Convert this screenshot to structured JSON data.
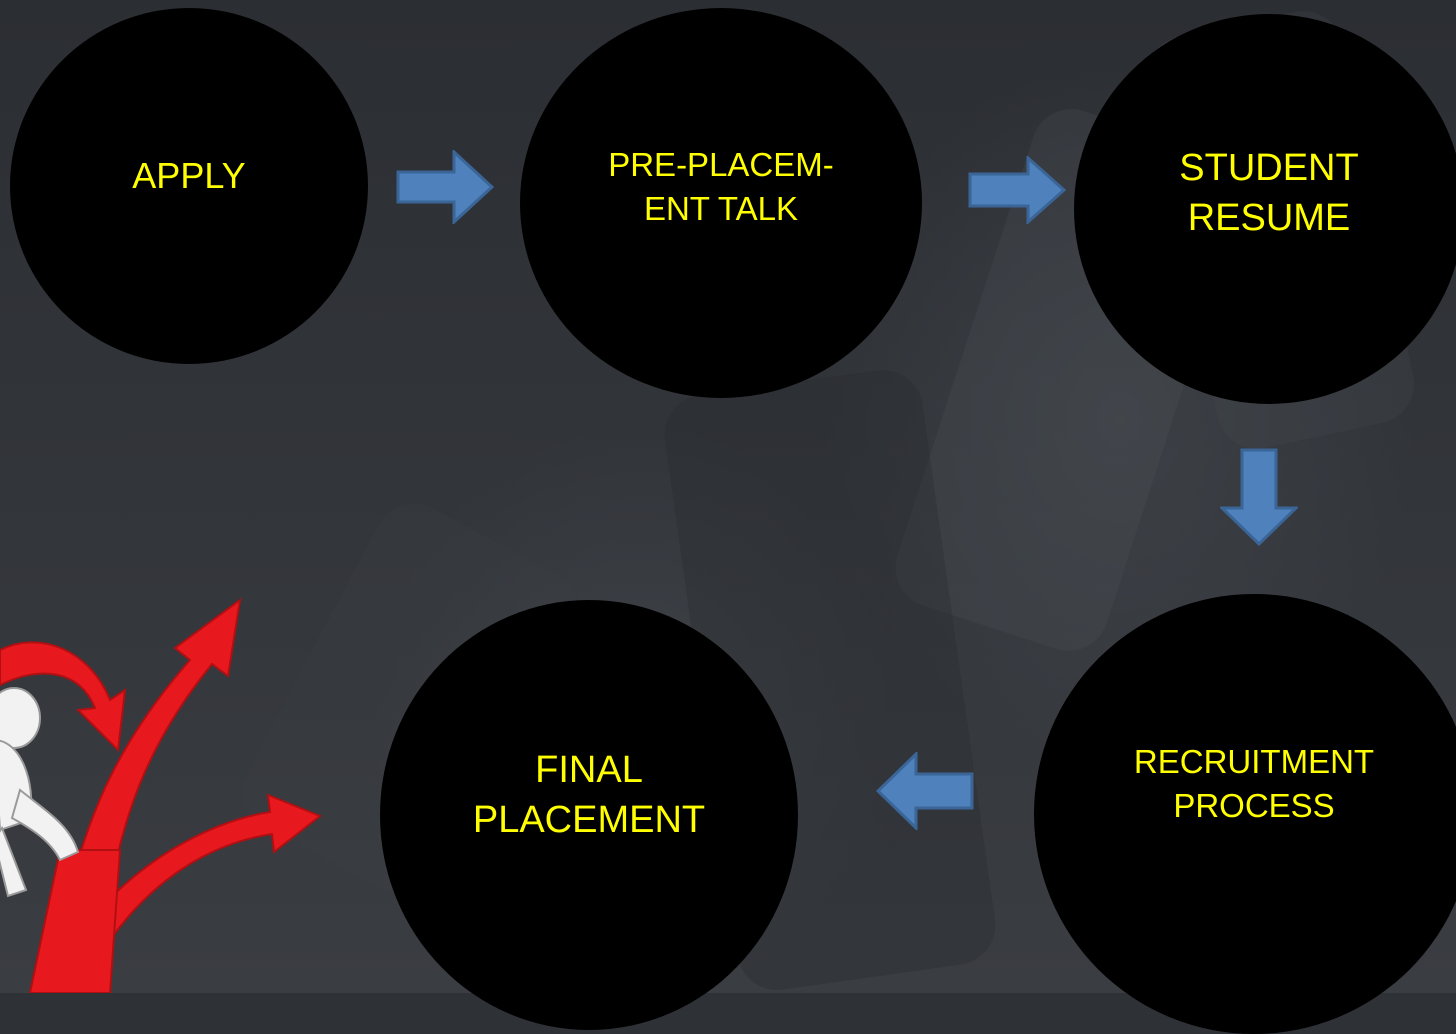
{
  "nodes": [
    {
      "id": "apply",
      "label": "APPLY"
    },
    {
      "id": "pre-placement-talk",
      "label": "PRE-PLACEM-\nENT TALK"
    },
    {
      "id": "student-resume",
      "label": "STUDENT\nRESUME"
    },
    {
      "id": "recruitment-process",
      "label": "RECRUITMENT\nPROCESS"
    },
    {
      "id": "final-placement",
      "label": "FINAL\nPLACEMENT"
    }
  ],
  "colors": {
    "node_fill": "#000000",
    "label_text": "#ffff00",
    "arrow_fill": "#4f81bd",
    "arrow_stroke": "#3a6596",
    "decor_red": "#e8191e"
  },
  "icons": {
    "flow_arrow": "block-arrow",
    "decoration": "figure-at-crossroads-red-arrows"
  }
}
